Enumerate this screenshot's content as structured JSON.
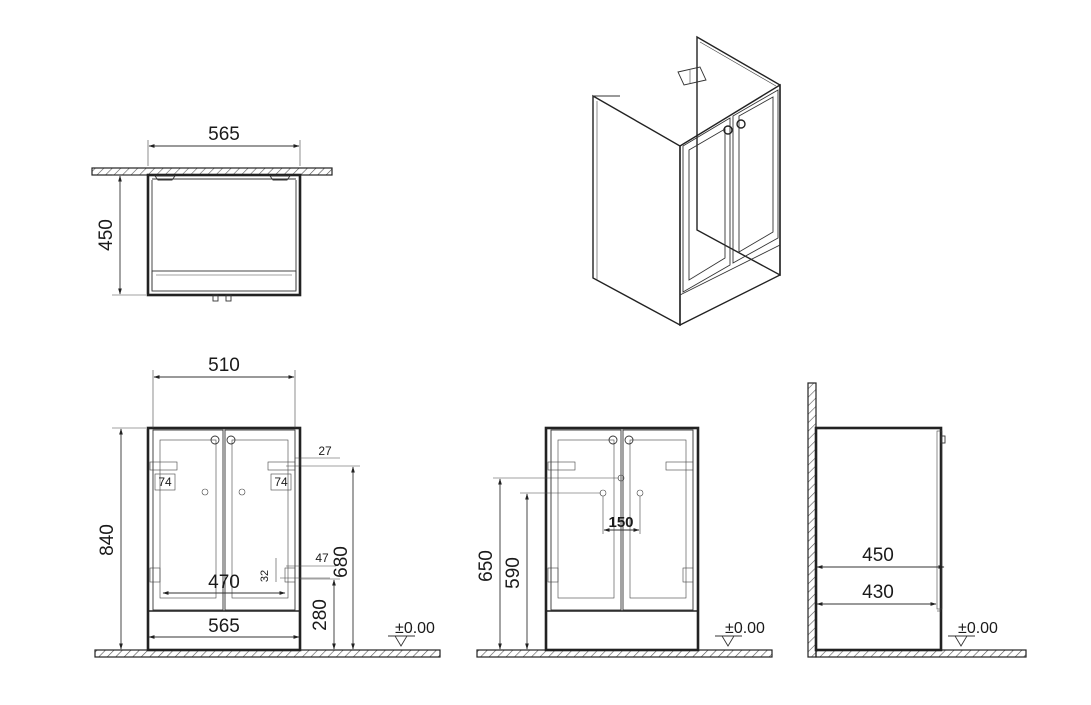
{
  "top_view": {
    "width_label": "565",
    "depth_label": "450"
  },
  "front_view_left": {
    "width_label": "510",
    "height_label": "840",
    "offset_27": "27",
    "hinge_74_left": "74",
    "hinge_74_right": "74",
    "offset_47": "47",
    "offset_32": "32",
    "inner_width_label": "470",
    "height_680": "680",
    "plinth_280": "280",
    "base_width_label": "565",
    "level_label": "±0.00"
  },
  "front_view_middle": {
    "height_650": "650",
    "height_590": "590",
    "spacing_150": "150",
    "level_label": "±0.00"
  },
  "side_view": {
    "depth_450": "450",
    "depth_430": "430",
    "level_label": "±0.00"
  }
}
